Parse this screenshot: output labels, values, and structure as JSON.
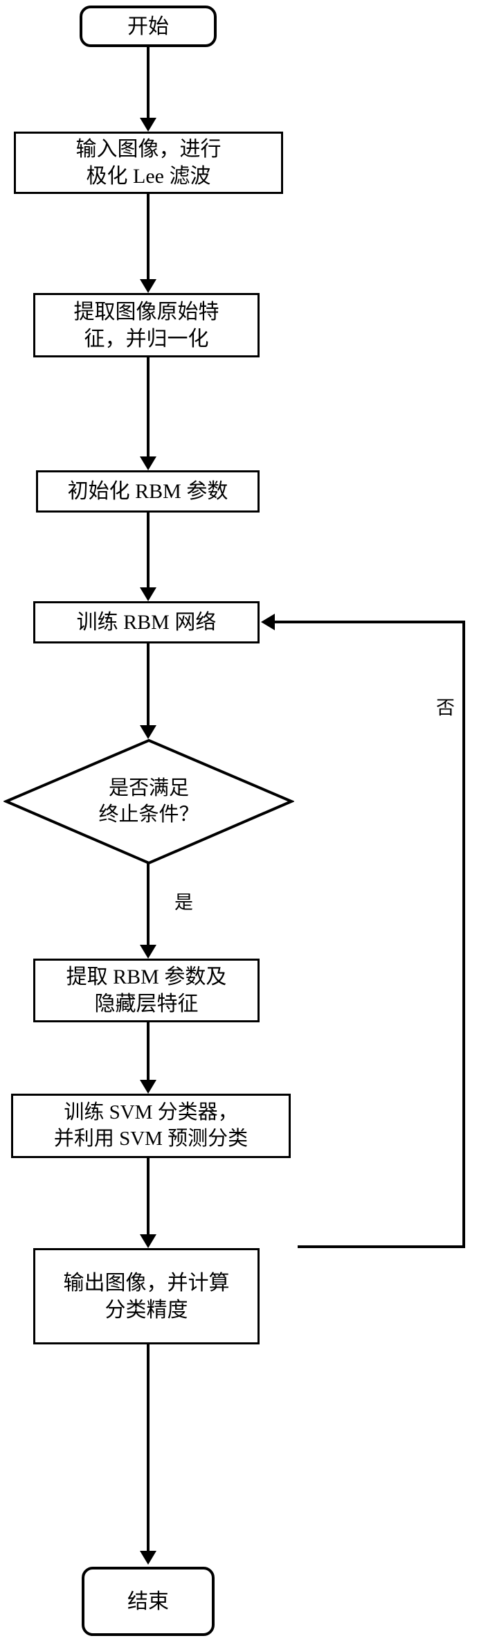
{
  "diagram": {
    "type": "flowchart",
    "title": "",
    "language": "zh-CN",
    "orientation": "top-to-bottom",
    "stroke_color": "#000000",
    "fill_color": "#ffffff"
  },
  "nodes": {
    "start": {
      "shape": "terminal",
      "lines": [
        "开始"
      ]
    },
    "preprocess": {
      "shape": "process",
      "lines": [
        "输入图像，进行",
        "极化 Lee 滤波"
      ]
    },
    "feature_extract": {
      "shape": "process",
      "lines": [
        "提取图像原始特",
        "征，并归一化"
      ]
    },
    "init_rbm": {
      "shape": "process",
      "lines": [
        "初始化 RBM 参数"
      ]
    },
    "train_rbm": {
      "shape": "process",
      "lines": [
        "训练 RBM 网络"
      ]
    },
    "decision": {
      "shape": "decision",
      "lines": [
        "是否满足",
        "终止条件？"
      ]
    },
    "extract_rbm": {
      "shape": "process",
      "lines": [
        "提取 RBM 参数及",
        "隐藏层特征"
      ]
    },
    "train_svm": {
      "shape": "process",
      "lines": [
        "训练 SVM 分类器，",
        "并利用 SVM 预测分类"
      ]
    },
    "output": {
      "shape": "process",
      "lines": [
        "输出图像，并计算",
        "分类精度"
      ]
    },
    "end": {
      "shape": "terminal",
      "lines": [
        "结束"
      ]
    }
  },
  "edge_labels": {
    "no": "否",
    "yes": "是"
  }
}
